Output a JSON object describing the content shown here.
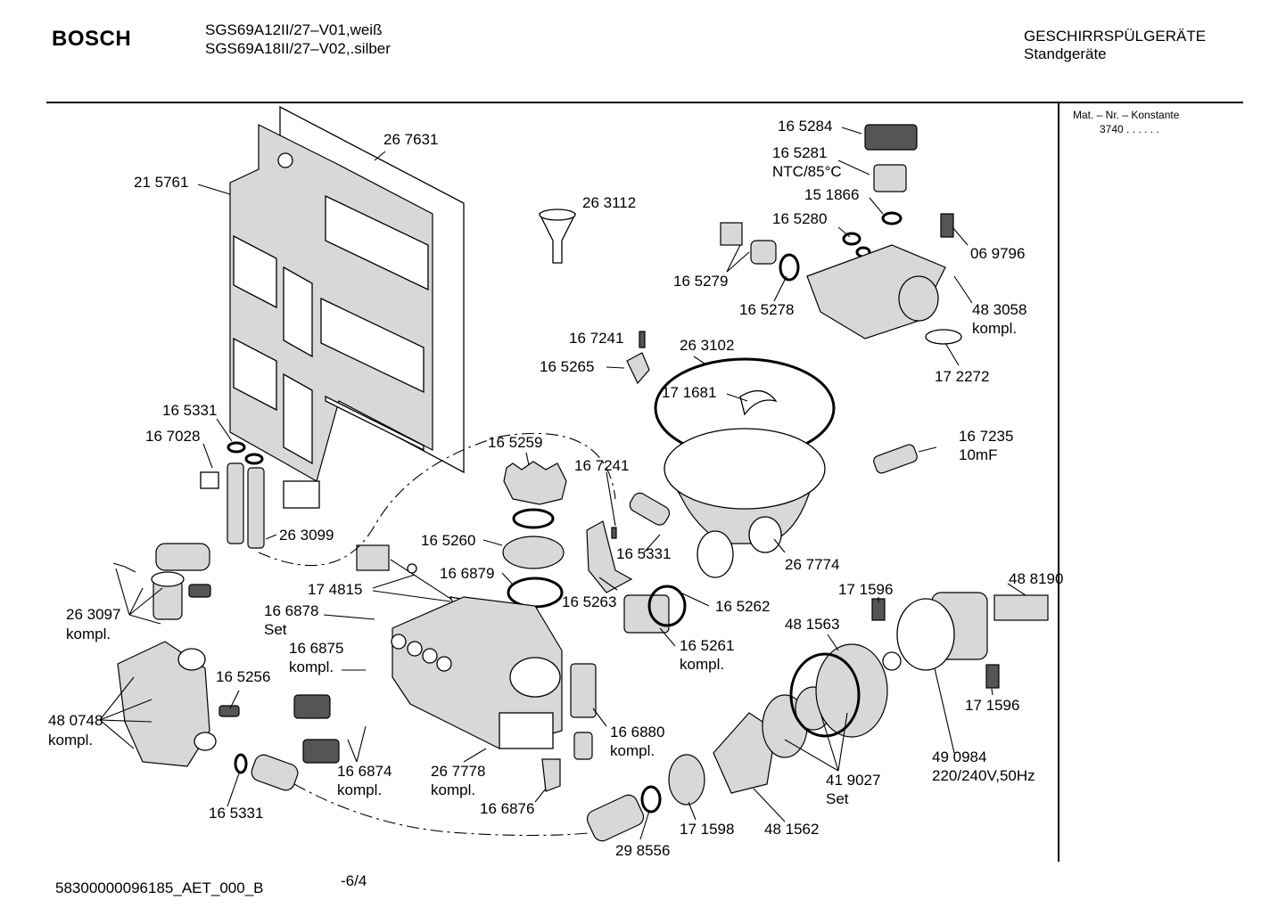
{
  "header": {
    "brand": "BOSCH",
    "model_line1": "SGS69A12II/27–V01,weiß",
    "model_line2": "SGS69A18II/27–V02,.silber",
    "category_line1": "GESCHIRRSPÜLGERÄTE",
    "category_line2": "Standgeräte"
  },
  "sidebar": {
    "title": "Mat. – Nr. – Konstante",
    "value": "3740  .  .     .  .  .  ."
  },
  "labels": {
    "p267631": "26 7631",
    "p215761": "21 5761",
    "p263112": "26 3112",
    "p165284": "16 5284",
    "p165281": "16 5281",
    "ntc": "NTC/85°C",
    "p151866": "15 1866",
    "p165280": "16 5280",
    "p069796": "06 9796",
    "p165279": "16 5279",
    "p165278": "16 5278",
    "p483058": "48 3058",
    "kompl_483058": "kompl.",
    "p167241a": "16 7241",
    "p263102": "26 3102",
    "p165265": "16 5265",
    "p171681": "17 1681",
    "p172272": "17 2272",
    "p165331a": "16 5331",
    "p167028": "16 7028",
    "p165259": "16 5259",
    "p167241b": "16 7241",
    "p167235": "16 7235",
    "cap": "10mF",
    "p263099": "26 3099",
    "p165260": "16 5260",
    "p165331b": "16 5331",
    "p267774": "26 7774",
    "p166879": "16 6879",
    "p174815": "17 4815",
    "p165263": "16 5263",
    "p165262": "16 5262",
    "p171596a": "17 1596",
    "p488190": "48 8190",
    "p263097": "26 3097",
    "kompl_263097": "kompl.",
    "p166878": "16 6878",
    "set_166878": "Set",
    "p165261": "16 5261",
    "kompl_165261": "kompl.",
    "p481563": "48 1563",
    "p166875": "16 6875",
    "kompl_166875": "kompl.",
    "p165256": "16 5256",
    "p171596b": "17 1596",
    "p480748": "48 0748",
    "kompl_480748": "kompl.",
    "p166880": "16 6880",
    "kompl_166880": "kompl.",
    "p490984": "49 0984",
    "volt": "220/240V,50Hz",
    "p166874": "16 6874",
    "kompl_166874": "kompl.",
    "p267778": "26 7778",
    "kompl_267778": "kompl.",
    "p419027": "41 9027",
    "set_419027": "Set",
    "p166876": "16 6876",
    "p165331c": "16 5331",
    "p171598": "17 1598",
    "p481562": "48 1562",
    "p298556": "29 8556"
  },
  "footer": {
    "doc_id": "58300000096185_AET_000_B",
    "page": "-6/4"
  }
}
